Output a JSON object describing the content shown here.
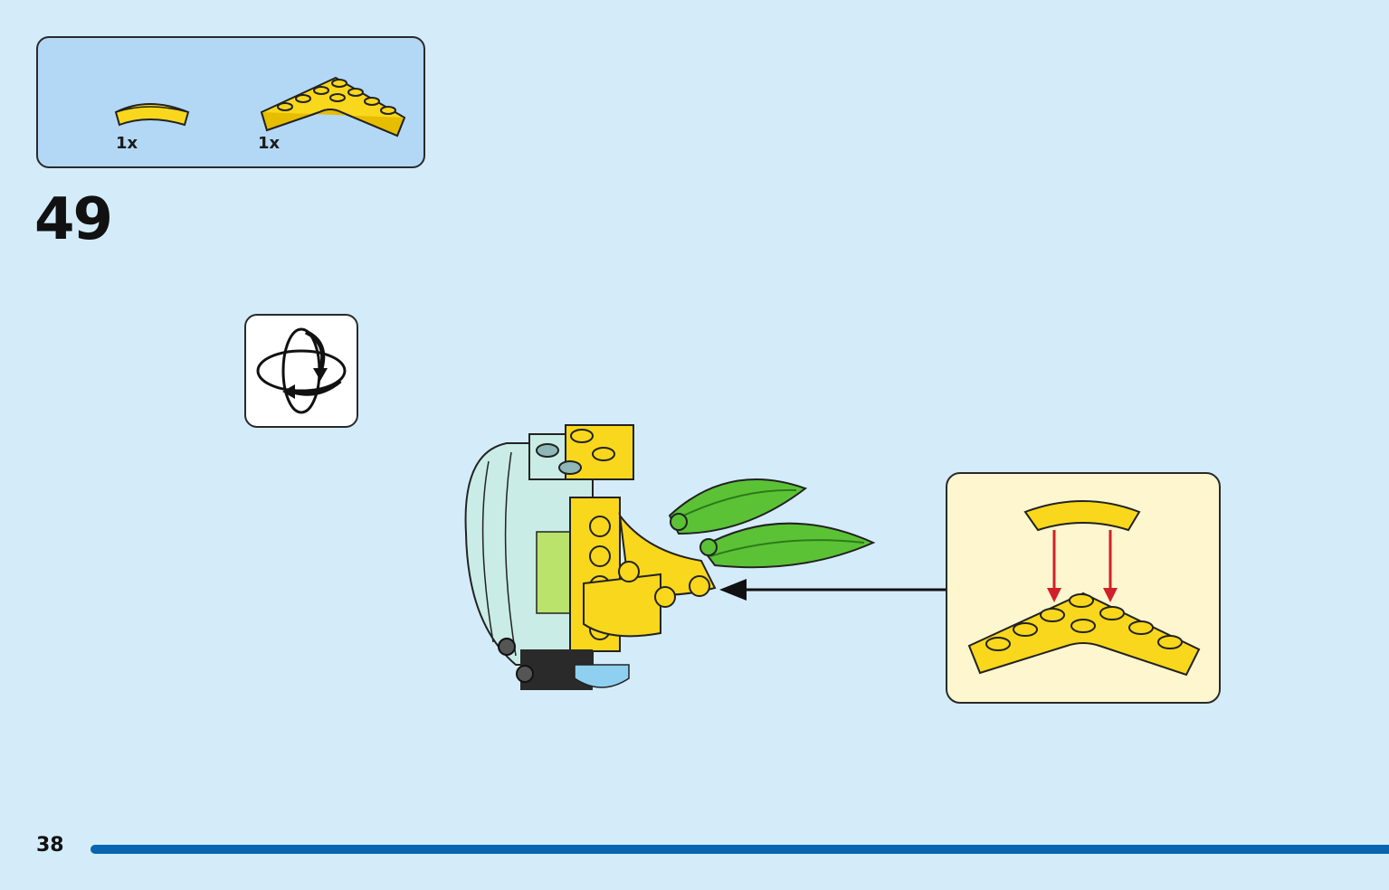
{
  "parts_list": {
    "items": [
      {
        "name": "yellow-curved-tile",
        "quantity": "1x"
      },
      {
        "name": "yellow-round-corner-plate",
        "quantity": "1x"
      }
    ]
  },
  "step": {
    "number": "49"
  },
  "rotate_hint": {
    "icon": "rotate-model-icon"
  },
  "page": {
    "number": "38"
  },
  "colors": {
    "background": "#d4ecfa",
    "parts_box": "#b3d8f5",
    "callout_bg": "#fdf6cf",
    "brick_yellow": "#f9d71c",
    "leaf_green": "#5bc236",
    "body_aqua": "#c9ece6",
    "progress": "#0a64b0",
    "arrow_red": "#d0202a"
  }
}
